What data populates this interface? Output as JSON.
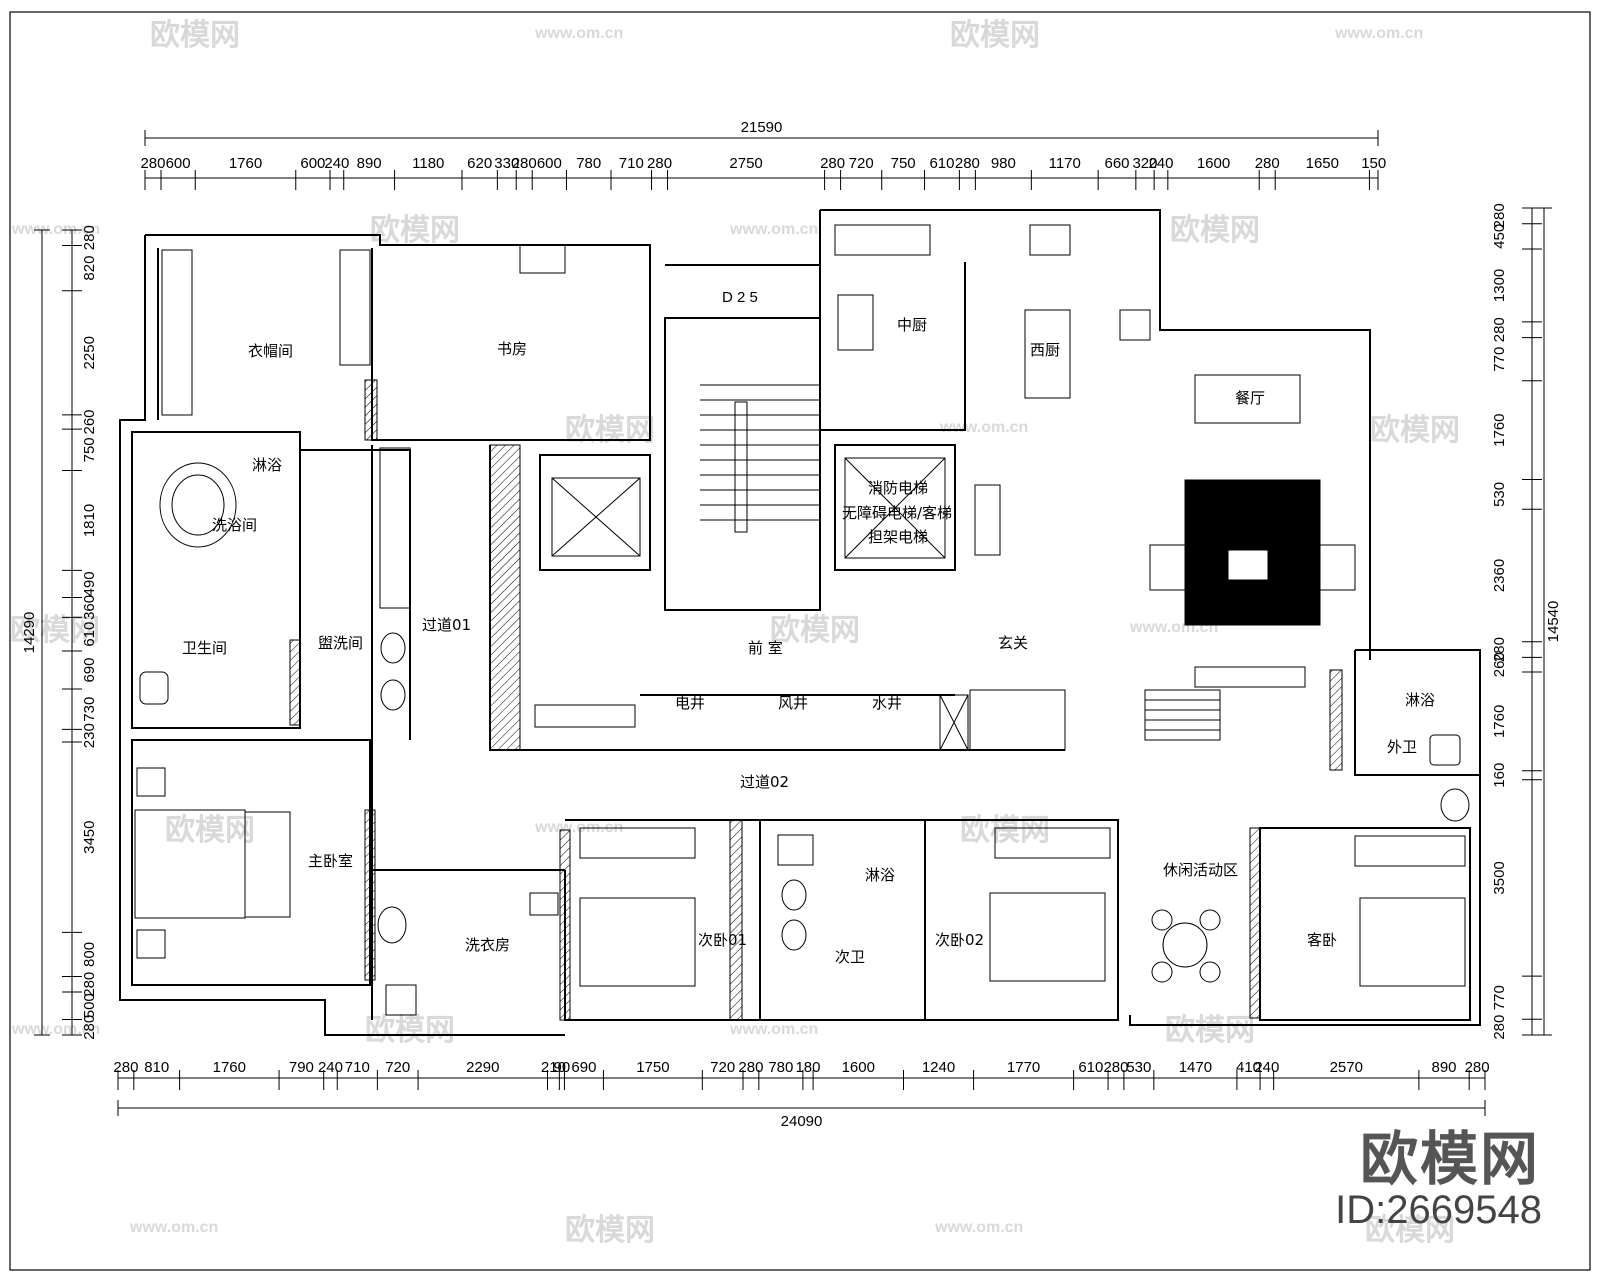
{
  "watermark": {
    "brand": "欧模网",
    "url": "www.om.cn"
  },
  "corner": {
    "brand": "欧模网",
    "id": "ID:2669548"
  },
  "rooms": {
    "cloakroom": "衣帽间",
    "study": "书房",
    "chinese_kitchen": "中厨",
    "western_kitchen": "西厨",
    "dining": "餐厅",
    "bath_room": "洗浴间",
    "shower_small": "淋浴",
    "toilet": "卫生间",
    "washroom": "盥洗间",
    "corridor1": "过道01",
    "fire_elevator": "消防电梯",
    "elevator_line2": "无障碍电梯/客梯",
    "elevator_line3": "担架电梯",
    "anteroom": "前  室",
    "foyer": "玄关",
    "electric_shaft": "电井",
    "air_shaft": "风井",
    "water_shaft": "水井",
    "corridor2": "过道02",
    "master_bedroom": "主卧室",
    "laundry": "洗衣房",
    "bedroom1": "次卧01",
    "shower2": "淋浴",
    "secondary_bath": "次卫",
    "bedroom2": "次卧02",
    "leisure": "休闲活动区",
    "guest_room": "客卧",
    "shower3": "淋浴",
    "outer_bath": "外卫",
    "stair_note": "D 2 5"
  },
  "dims": {
    "top_total": "21590",
    "top": [
      "280",
      "600",
      "1760",
      "600",
      "240",
      "890",
      "1180",
      "620",
      "330",
      "280",
      "600",
      "780",
      "710",
      "280",
      "2750",
      "280",
      "720",
      "750",
      "610",
      "280",
      "980",
      "1170",
      "660",
      "320",
      "240",
      "1600",
      "280",
      "1650",
      "150"
    ],
    "bottom_total": "24090",
    "bottom": [
      "280",
      "810",
      "1760",
      "790",
      "240",
      "710",
      "720",
      "2290",
      "210",
      "90",
      "690",
      "1750",
      "720",
      "280",
      "780",
      "180",
      "1600",
      "1240",
      "1770",
      "610",
      "280",
      "530",
      "1470",
      "410",
      "240",
      "2570",
      "890",
      "280"
    ],
    "left_total": "14290",
    "left": [
      "280",
      "820",
      "2250",
      "260",
      "750",
      "1810",
      "490",
      "360",
      "610",
      "690",
      "730",
      "230",
      "3450",
      "800",
      "280",
      "500",
      "280"
    ],
    "right_total": "14540",
    "right": [
      "280",
      "450",
      "1300",
      "280",
      "770",
      "1760",
      "530",
      "2360",
      "280",
      "260",
      "1760",
      "160",
      "3500",
      "770",
      "280"
    ]
  }
}
